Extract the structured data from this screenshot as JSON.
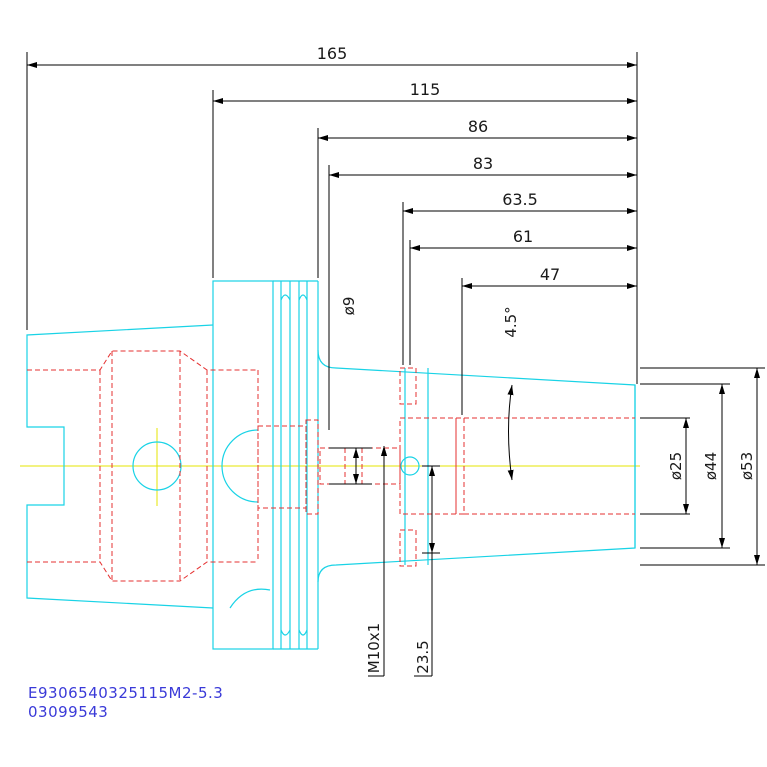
{
  "horizontal_dimensions": [
    "165",
    "115",
    "86",
    "83",
    "63.5",
    "61",
    "47"
  ],
  "diameters": [
    "ø9",
    "ø25",
    "ø44",
    "ø53"
  ],
  "angle": "4.5°",
  "thread": "M10x1",
  "depth": "23.5",
  "part_code": "E9306540325115M2-5.3",
  "part_number": "03099543",
  "colors": {
    "outline": "#19d3e6",
    "hidden": "#e53030",
    "centerline": "#e6e600",
    "dimension": "#000000",
    "title_text": "#3a3ad8"
  }
}
